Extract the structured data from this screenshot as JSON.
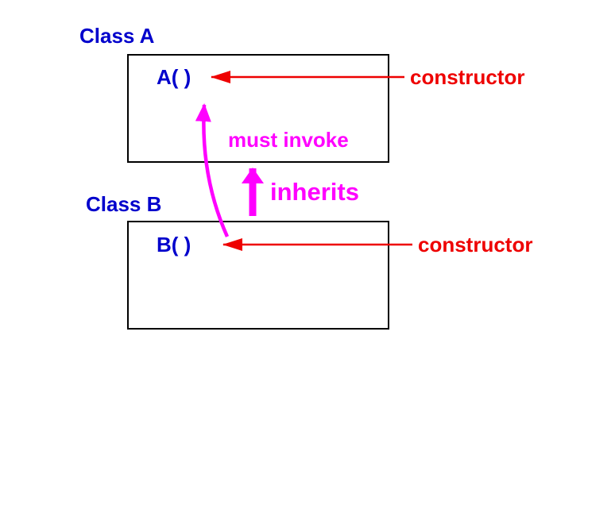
{
  "classes": {
    "a": {
      "name": "Class A",
      "constructor": "A( )",
      "constructor_label": "constructor"
    },
    "b": {
      "name": "Class B",
      "constructor": "B( )",
      "constructor_label": "constructor"
    }
  },
  "annotations": {
    "must_invoke": "must invoke",
    "inherits": "inherits"
  },
  "colors": {
    "class_text": "#0000cc",
    "constructor_text": "#ee0000",
    "relation": "#ff00ff",
    "box_border": "#000000",
    "background": "#ffffff"
  }
}
